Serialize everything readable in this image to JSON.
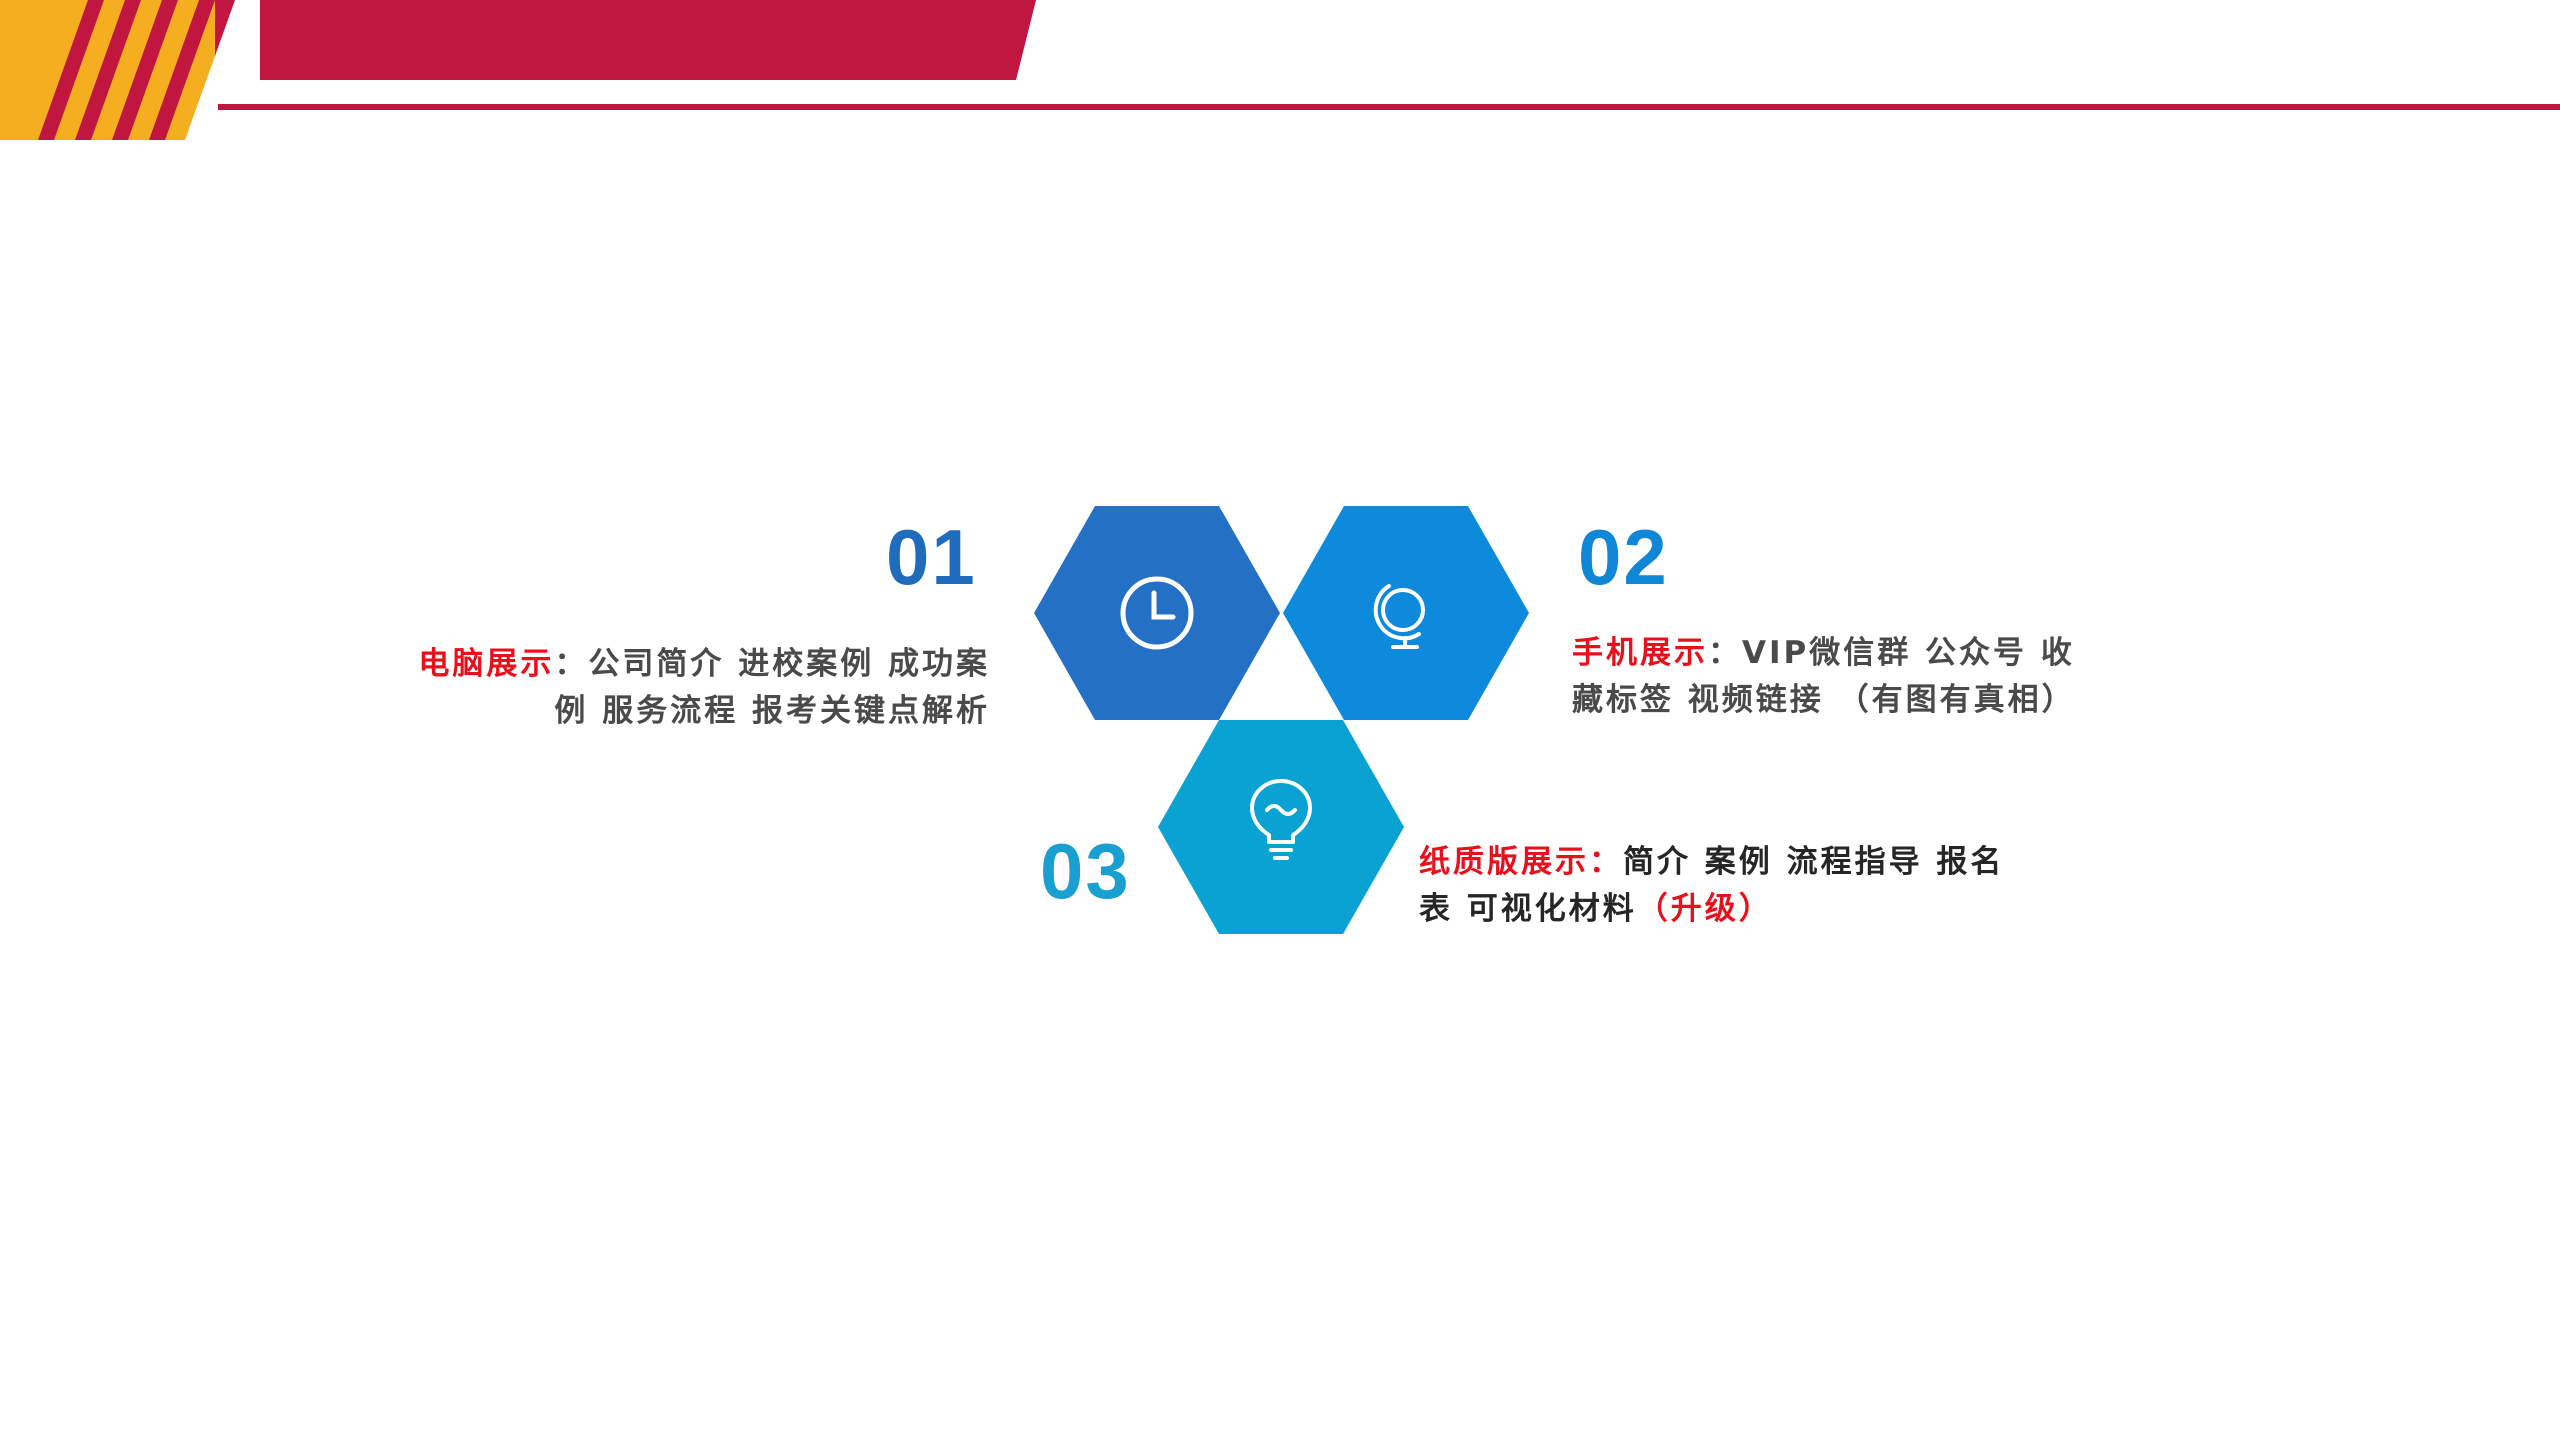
{
  "theme": {
    "header_red": "#c1163f",
    "header_yellow": "#f5ae1f",
    "hex_1": "#2470c4",
    "hex_2": "#0e8adc",
    "hex_3": "#0aa2d3",
    "number_1": "#1f6cbd",
    "number_2": "#0f86d6",
    "number_3": "#1a9fd1",
    "label_red": "#e8101c"
  },
  "items": [
    {
      "number": "01",
      "label": "电脑展示",
      "separator": "：",
      "text_line1": "公司简介 进校案例 成功案",
      "text_line2": "例 服务流程 报考关键点解析",
      "icon": "clock-icon"
    },
    {
      "number": "02",
      "label": "手机展示",
      "separator": "：",
      "text_line1": "VIP微信群 公众号 收",
      "text_line2": "藏标签 视频链接 （有图有真相）",
      "icon": "globe-icon"
    },
    {
      "number": "03",
      "label": "纸质版展示",
      "separator": "：",
      "text_line1": "简介 案例 流程指导 报名",
      "text_line2_main": "表 可视化材料",
      "text_line2_accent": "（升级）",
      "icon": "lightbulb-icon"
    }
  ]
}
